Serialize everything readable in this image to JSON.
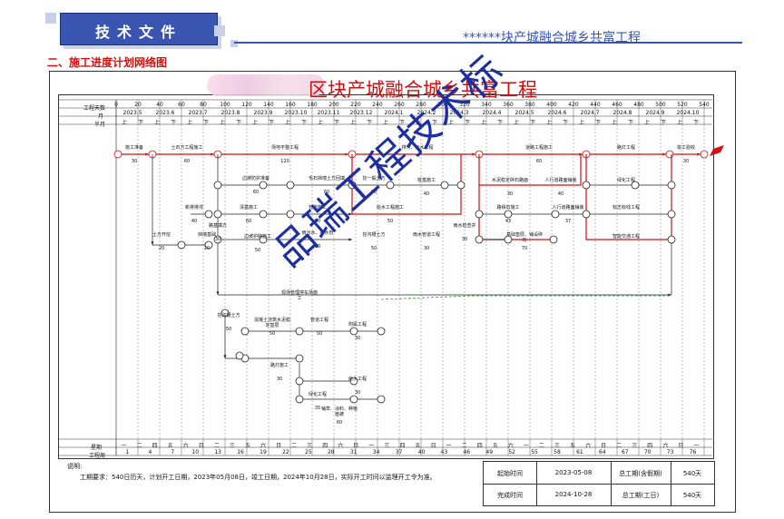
{
  "header": {
    "tab_label": "技术文件",
    "right_title": "******块产城融合城乡共富工程"
  },
  "section_title": "二、施工进度计划网络图",
  "diagram_title": "区块产城融合城乡共富工程",
  "rows": {
    "work_day_label": "工程天数",
    "month_label": "月",
    "half_label": "半月",
    "week_label": "星期",
    "work_week_label": "工程周"
  },
  "day_ticks": [
    "0",
    "20",
    "40",
    "60",
    "80",
    "100",
    "120",
    "140",
    "160",
    "180",
    "200",
    "220",
    "240",
    "260",
    "280",
    "300",
    "320",
    "340",
    "360",
    "380",
    "400",
    "420",
    "440",
    "460",
    "480",
    "500",
    "520",
    "540"
  ],
  "months": [
    "2023.5",
    "2023.6",
    "2023.7",
    "2023.8",
    "2023.9",
    "2023.10",
    "2023.11",
    "2023.12",
    "2024.1",
    "2024.2",
    "2024.3",
    "2024.4",
    "2024.5",
    "2024.6",
    "2024.7",
    "2024.8",
    "2024.9",
    "2024.10"
  ],
  "half_up": "上",
  "half_down": "下",
  "weekdays": [
    "一",
    "二",
    "四",
    "五",
    "六",
    "日",
    "二",
    "三",
    "五",
    "六",
    "日",
    "二",
    "三",
    "四",
    "六",
    "日",
    "一",
    "三",
    "四",
    "五",
    "日",
    "一",
    "二",
    "四",
    "五",
    "六",
    "一",
    "二",
    "三",
    "五",
    "六",
    "日",
    "二",
    "三",
    "四",
    "六",
    "日",
    "一"
  ],
  "work_weeks": [
    "1",
    "4",
    "7",
    "10",
    "13",
    "16",
    "19",
    "22",
    "25",
    "28",
    "31",
    "34",
    "37",
    "40",
    "43",
    "46",
    "49",
    "52",
    "55",
    "58",
    "61",
    "64",
    "67",
    "70",
    "73",
    "76"
  ],
  "tasks": [
    {
      "label": "施工准备",
      "dur": "30"
    },
    {
      "label": "土石方工程施工",
      "dur": "60"
    },
    {
      "label": "场地平整工程",
      "dur": "120"
    },
    {
      "label": "排污、污水工程",
      "dur": ""
    },
    {
      "label": "道路工程施工",
      "dur": "60"
    },
    {
      "label": "路灯工程",
      "dur": ""
    },
    {
      "label": "竣工验收",
      "dur": "30"
    },
    {
      "label": "边坡防护准备",
      "dur": "60"
    },
    {
      "label": "毛石挡墙土方回填",
      "dur": "60"
    },
    {
      "label": "挖一般土方",
      "dur": "60"
    },
    {
      "label": "桩基施工",
      "dur": "40"
    },
    {
      "label": "水泥稳定碎石路面",
      "dur": "30"
    },
    {
      "label": "人行道路面铺装",
      "dur": "40"
    },
    {
      "label": "绿化工程",
      "dur": ""
    },
    {
      "label": "新排排涝",
      "dur": "40"
    },
    {
      "label": "清基施工",
      "dur": "60"
    },
    {
      "label": "路基填方",
      "dur": "30"
    },
    {
      "label": "管道施工",
      "dur": "60"
    },
    {
      "label": "给水工程施工",
      "dur": "50"
    },
    {
      "label": "路缘石施工",
      "dur": "43"
    },
    {
      "label": "人行道路面铺装",
      "dur": "37"
    },
    {
      "label": "标志标线工程",
      "dur": ""
    },
    {
      "label": "土方开挖",
      "dur": "20"
    },
    {
      "label": "挡墙基础",
      "dur": "20"
    },
    {
      "label": "边坡护砌施工",
      "dur": "50"
    },
    {
      "label": "雨污水、排水管",
      "dur": "60"
    },
    {
      "label": "挖沟槽土方",
      "dur": "50"
    },
    {
      "label": "雨水管道工程",
      "dur": "30"
    },
    {
      "label": "基础垫层、铺设碎石",
      "dur": "70"
    },
    {
      "label": "智能交通工程",
      "dur": ""
    },
    {
      "label": "雨水检查井",
      "dur": "30"
    },
    {
      "label": "现场管理停车场施工",
      "dur": ""
    },
    {
      "label": "挖沟槽土方",
      "dur": "50"
    },
    {
      "label": "混凝土浇筑水泥稳定基层",
      "dur": "50"
    },
    {
      "label": "管道工程",
      "dur": "50"
    },
    {
      "label": "附属工程",
      "dur": "30"
    },
    {
      "label": "路灯施工",
      "dur": "30"
    },
    {
      "label": "给水工程",
      "dur": "30"
    },
    {
      "label": "绿化工程",
      "dur": "35"
    },
    {
      "label": "铺草、涂料、种植植被",
      "dur": "60"
    }
  ],
  "notes": {
    "heading": "说明:",
    "line1": "工期要求：540日历天，计划开工日期，2023年05月08日，竣工日期，2024年10月28日，实际开工时间以监理开工令为准。"
  },
  "table": {
    "start_label": "起始时间",
    "start_value": "2023-05-08",
    "total_label": "总工期(含假期)",
    "total_value": "540天",
    "end_label": "完成时间",
    "end_value": "2024-10-28",
    "work_label": "总工期(工日)",
    "work_value": "540天"
  },
  "watermark": "品瑞工程技术标",
  "colors": {
    "accent": "#3a55b0",
    "critical": "#d01010",
    "grid": "#555555",
    "watermark": "#1e2fa0"
  }
}
